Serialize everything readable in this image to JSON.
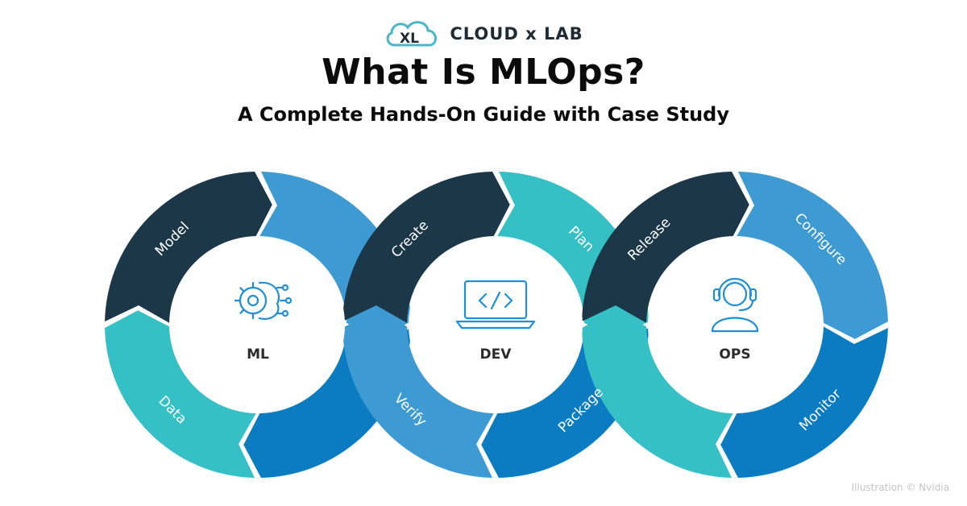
{
  "brand": {
    "name": "CLOUD x LAB",
    "logo_text": "XL",
    "logo_icon": "cloud-logo-icon"
  },
  "header": {
    "title": "What Is MLOps?",
    "subtitle": "A Complete Hands-On Guide with Case Study"
  },
  "colors": {
    "navy": "#1b3748",
    "sky_blue": "#3d9ad3",
    "cyan": "#35c0c6",
    "blue": "#0b7cc2",
    "icon_blue": "#1e8fd6"
  },
  "rings": [
    {
      "center_label": "ML",
      "icon": "brain-gear-icon",
      "segments": [
        {
          "label": "Model",
          "color": "navy"
        },
        {
          "label": "",
          "color": "sky_blue"
        },
        {
          "label": "",
          "color": "blue"
        },
        {
          "label": "Data",
          "color": "cyan"
        }
      ]
    },
    {
      "center_label": "DEV",
      "icon": "laptop-code-icon",
      "segments": [
        {
          "label": "Create",
          "color": "navy"
        },
        {
          "label": "Plan",
          "color": "cyan"
        },
        {
          "label": "Package",
          "color": "blue"
        },
        {
          "label": "Verify",
          "color": "sky_blue"
        }
      ]
    },
    {
      "center_label": "OPS",
      "icon": "headset-operator-icon",
      "segments": [
        {
          "label": "Release",
          "color": "navy"
        },
        {
          "label": "Configure",
          "color": "sky_blue"
        },
        {
          "label": "Monitor",
          "color": "blue"
        },
        {
          "label": "",
          "color": "cyan"
        }
      ]
    }
  ],
  "credit": "Illustration © Nvidia"
}
